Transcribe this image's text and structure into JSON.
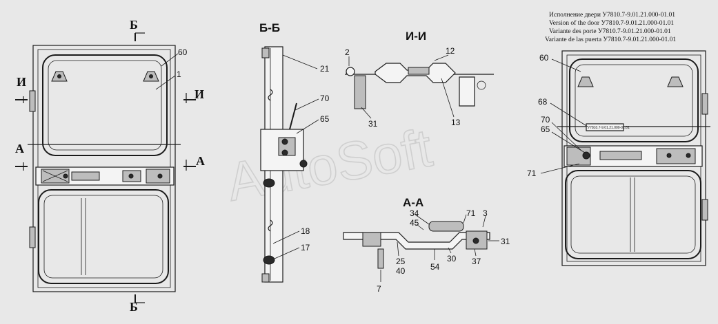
{
  "title_lines": [
    "Исполнение двери У7810.7-9.01.21.000-01.01",
    "Version of the door У7810.7-9.01.21.000-01.01",
    "Variante des porte У7810.7-9.01.21.000-01.01",
    "Variante de las puerta У7810.7-9.01.21.000-01.01"
  ],
  "watermark": "AutoSoft",
  "section_labels": {
    "bb": "Б-Б",
    "ii": "И-И",
    "aa": "А-А"
  },
  "cut_marks": {
    "b": "Б",
    "i": "И",
    "a": "А"
  },
  "callouts": {
    "left_60": "60",
    "left_1": "1",
    "bb_21": "21",
    "bb_70": "70",
    "bb_65": "65",
    "bb_18": "18",
    "bb_17": "17",
    "ii_2": "2",
    "ii_12": "12",
    "ii_31": "31",
    "ii_13": "13",
    "aa_34": "34",
    "aa_45": "45",
    "aa_71": "71",
    "aa_3": "3",
    "aa_31": "31",
    "aa_37": "37",
    "aa_30": "30",
    "aa_54": "54",
    "aa_25": "25",
    "aa_40": "40",
    "aa_7": "7",
    "right_60": "60",
    "right_68": "68",
    "right_70": "70",
    "right_65": "65",
    "right_71": "71"
  },
  "plate_text": "У7810.7-9.01.21.000-01.01"
}
